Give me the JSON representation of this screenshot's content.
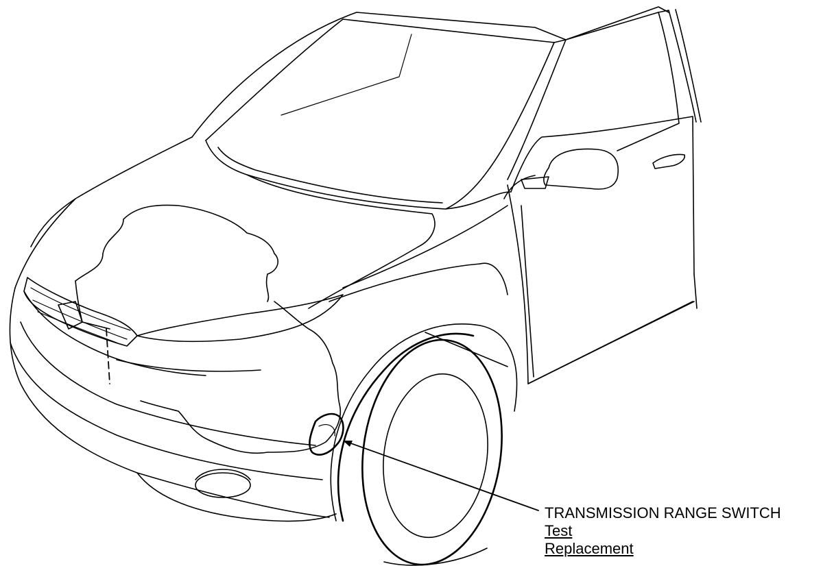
{
  "callout": {
    "title": "TRANSMISSION RANGE SWITCH",
    "links": [
      "Test",
      "Replacement"
    ]
  }
}
